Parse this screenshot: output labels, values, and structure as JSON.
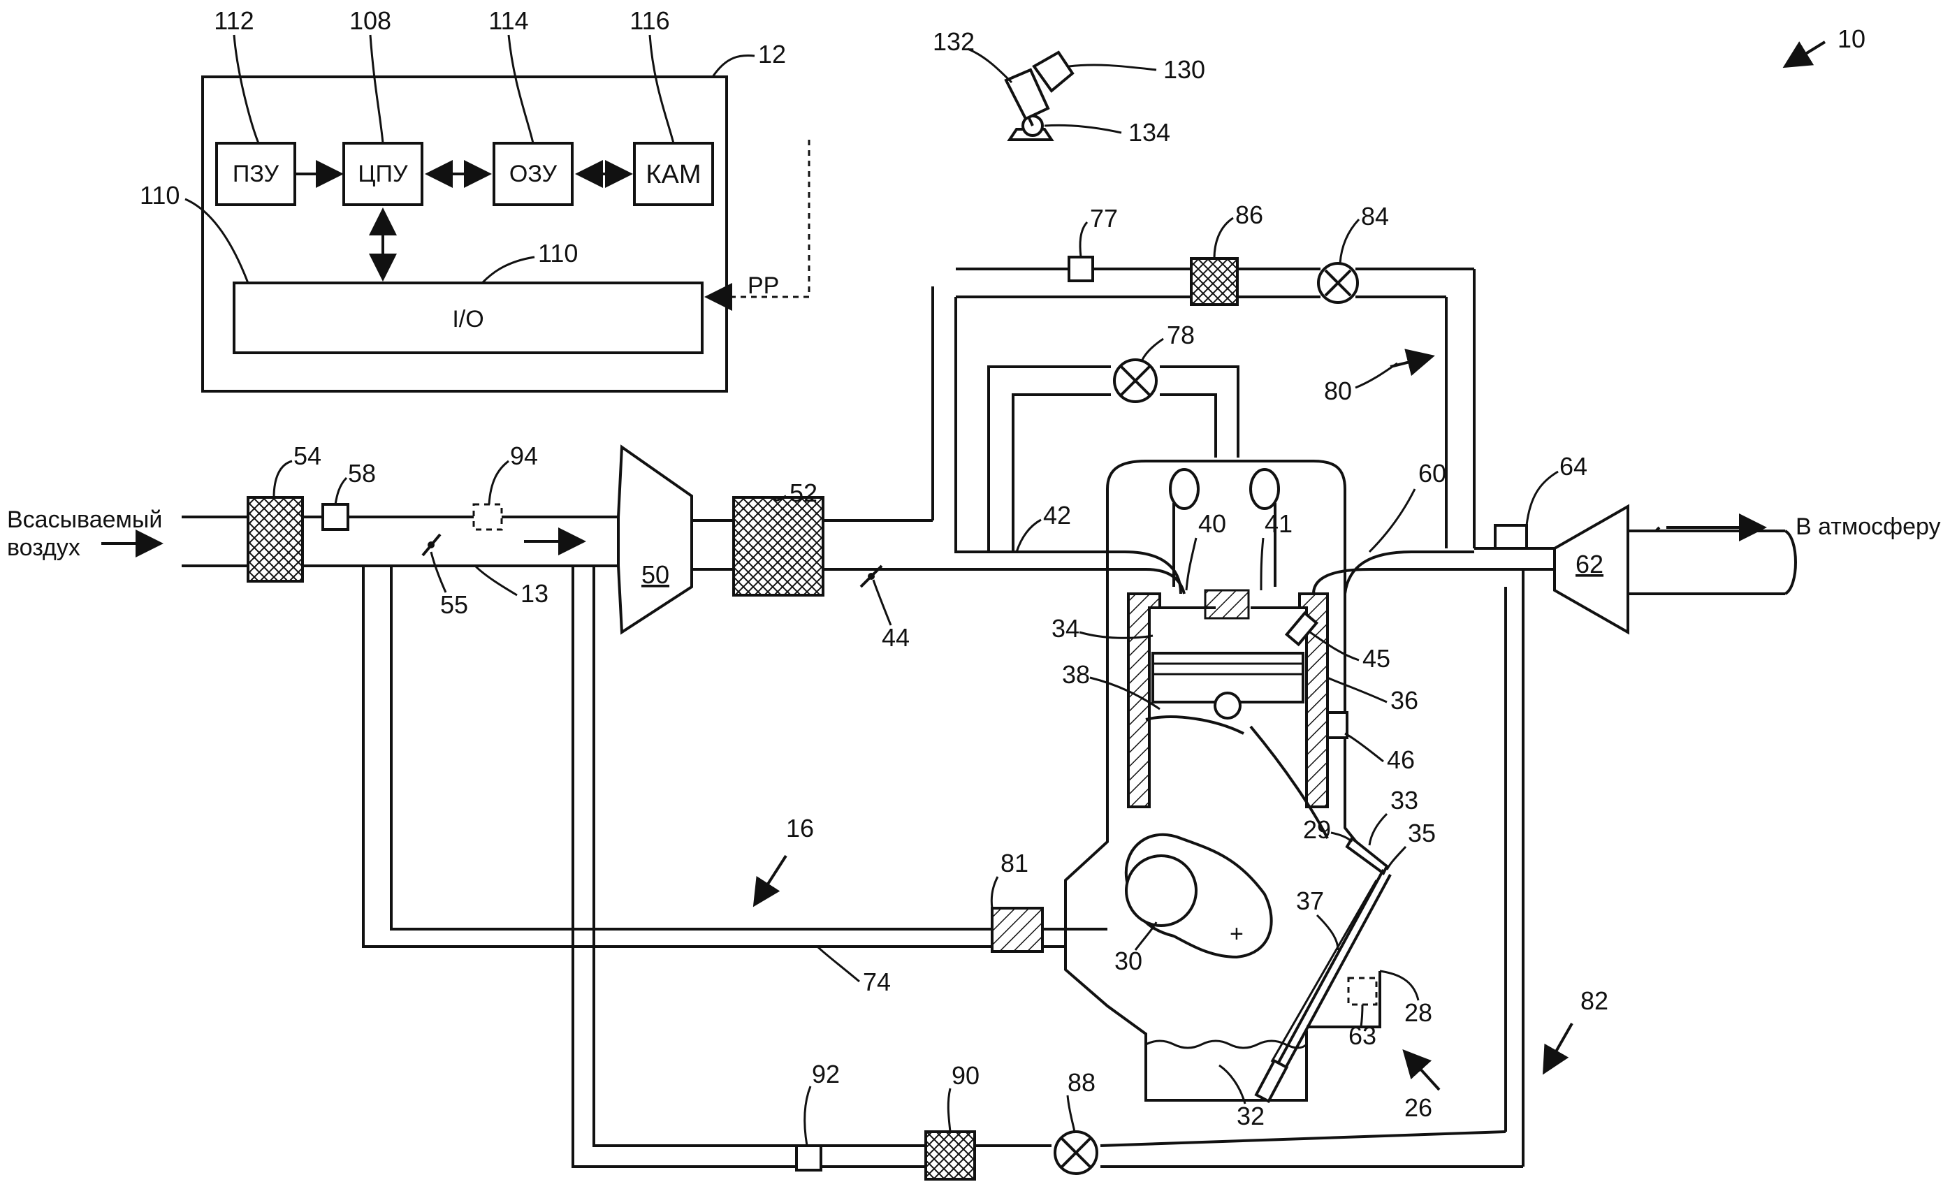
{
  "figure": {
    "ref": "10"
  },
  "controller": {
    "ref": "12",
    "rom": {
      "label": "ПЗУ",
      "ref": "112"
    },
    "cpu": {
      "label": "ЦПУ",
      "ref": "108"
    },
    "ram": {
      "label": "ОЗУ",
      "ref": "114"
    },
    "kam": {
      "label": "КАМ",
      "ref": "116"
    },
    "io": {
      "label": "I/O",
      "ref": "110"
    },
    "bus_ref": "110",
    "pp_label": "PP"
  },
  "pedal": {
    "pedal_ref": "130",
    "foot_ref": "132",
    "sensor_ref": "134"
  },
  "intake": {
    "inlet_label_1": "Всасываемый",
    "inlet_label_2": "воздух",
    "filter_ref": "54",
    "sensor_ref": "58",
    "valve_ref": "94",
    "throttle_ref": "55",
    "passage_ref": "13",
    "compressor_ref": "50",
    "cooler_ref": "52",
    "throttle2_ref": "44",
    "manifold_ref": "42"
  },
  "exhaust": {
    "manifold_ref": "60",
    "sensor_ref": "64",
    "turbine_ref": "62",
    "outlet_label": "В атмосферу",
    "system_ref": "82"
  },
  "egr": {
    "sensor_ref": "77",
    "cooler_ref": "86",
    "valve_ref": "84",
    "valve2_ref": "78",
    "system_ref": "80"
  },
  "engine": {
    "intake_valve_ref": "40",
    "exhaust_valve_ref": "41",
    "chamber_ref": "34",
    "injector_ref": "45",
    "wall_ref": "36",
    "piston_ref": "38",
    "sensor_ref": "46",
    "crankshaft_ref": "30",
    "dipstick_ref": "33",
    "cap_ref": "29",
    "tube_ref": "35",
    "rod_ref": "37",
    "crankcase_ref": "28",
    "sump_ref": "32",
    "sensor2_ref": "63",
    "system_ref": "26"
  },
  "pcv": {
    "system_ref": "16",
    "valve_ref": "81",
    "passage_ref": "74",
    "sensor_ref": "92",
    "separator_ref": "90",
    "valve2_ref": "88"
  }
}
